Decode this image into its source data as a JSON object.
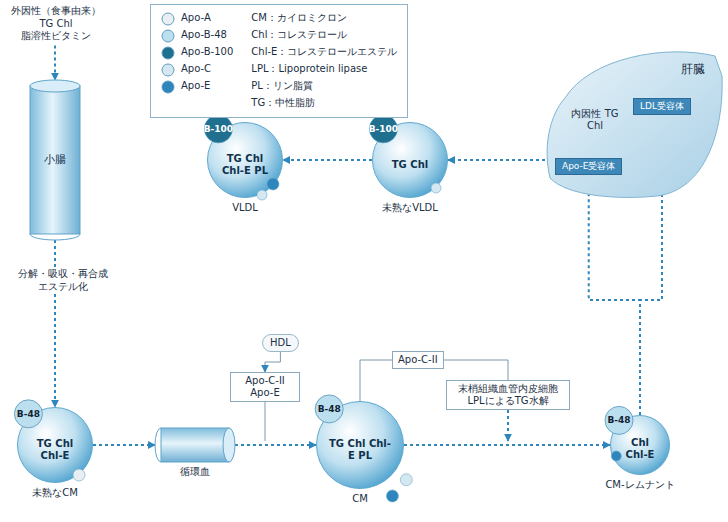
{
  "diagram": {
    "nodes": [
      {
        "text": [
          "小腸"
        ]
      },
      {
        "text": [
          "B-48",
          "TG Chl Chl-E",
          "未熟なCM"
        ]
      },
      {
        "text": [
          "循環血"
        ]
      },
      {
        "text": [
          "HDL"
        ]
      },
      {
        "text": [
          "Apo-C-II Apo-E"
        ]
      },
      {
        "text": [
          "B-48",
          "TG Chl Chl-E PL",
          "CM"
        ]
      },
      {
        "text": [
          "Apo-C-II"
        ]
      },
      {
        "text": [
          "末梢組織血管内皮細胞 LPLによるTG水解"
        ]
      },
      {
        "text": [
          "B-48",
          "Chl Chl-E",
          "CM-レムナント"
        ]
      },
      {
        "text": [
          "肝臓",
          "内因性 TG Chl"
        ]
      },
      {
        "text": [
          "LDL受容体"
        ],
        "in": 9
      },
      {
        "text": [
          "Apo-E受容体"
        ],
        "in": 9
      },
      {
        "text": [
          "B-100",
          "TG Chl",
          "未熟なVLDL"
        ]
      },
      {
        "text": [
          "B-100",
          "TG Chl Chl-E PL",
          "VLDL"
        ]
      }
    ],
    "edges": [
      {
        "from": 0,
        "to": 1,
        "arrow": "to"
      },
      {
        "from": 1,
        "to": 2,
        "arrow": "to"
      },
      {
        "from": 2,
        "to": 5,
        "arrow": "to"
      },
      {
        "from": 3,
        "to": 4,
        "arrow": "to"
      },
      {
        "from": 6,
        "to": 5,
        "arrow": "none"
      },
      {
        "from": 6,
        "to": 7,
        "arrow": "none"
      },
      {
        "from": 5,
        "to": 8,
        "arrow": "to"
      },
      {
        "from": 8,
        "to": 11,
        "arrow": "to"
      },
      {
        "from": 8,
        "to": 10,
        "arrow": "to"
      },
      {
        "from": 9,
        "to": 12,
        "arrow": "to"
      },
      {
        "from": 12,
        "to": 13,
        "arrow": "to"
      }
    ],
    "labels": [
      "外因性（食事由来） TG Chl 脂溶性ビタミン",
      "分解・吸収・再合成 エステル化",
      "CM：カイロミクロン",
      "Chl：コレステロール",
      "Chl-E：コレステロールエステル",
      "LPL：Lipoprotein lipase",
      "PL：リン脂質",
      "TG：中性脂肪"
    ],
    "legend": [
      {
        "text": "Apo-A",
        "color": "#e9eef2"
      },
      {
        "text": "Apo-B-48",
        "color": "#bcdff0"
      },
      {
        "text": "Apo-B-100",
        "color": "#1f6f8f"
      },
      {
        "text": "Apo-C",
        "color": "#d5e8f2"
      },
      {
        "text": "Apo-E",
        "color": "#2f86bd"
      }
    ]
  }
}
